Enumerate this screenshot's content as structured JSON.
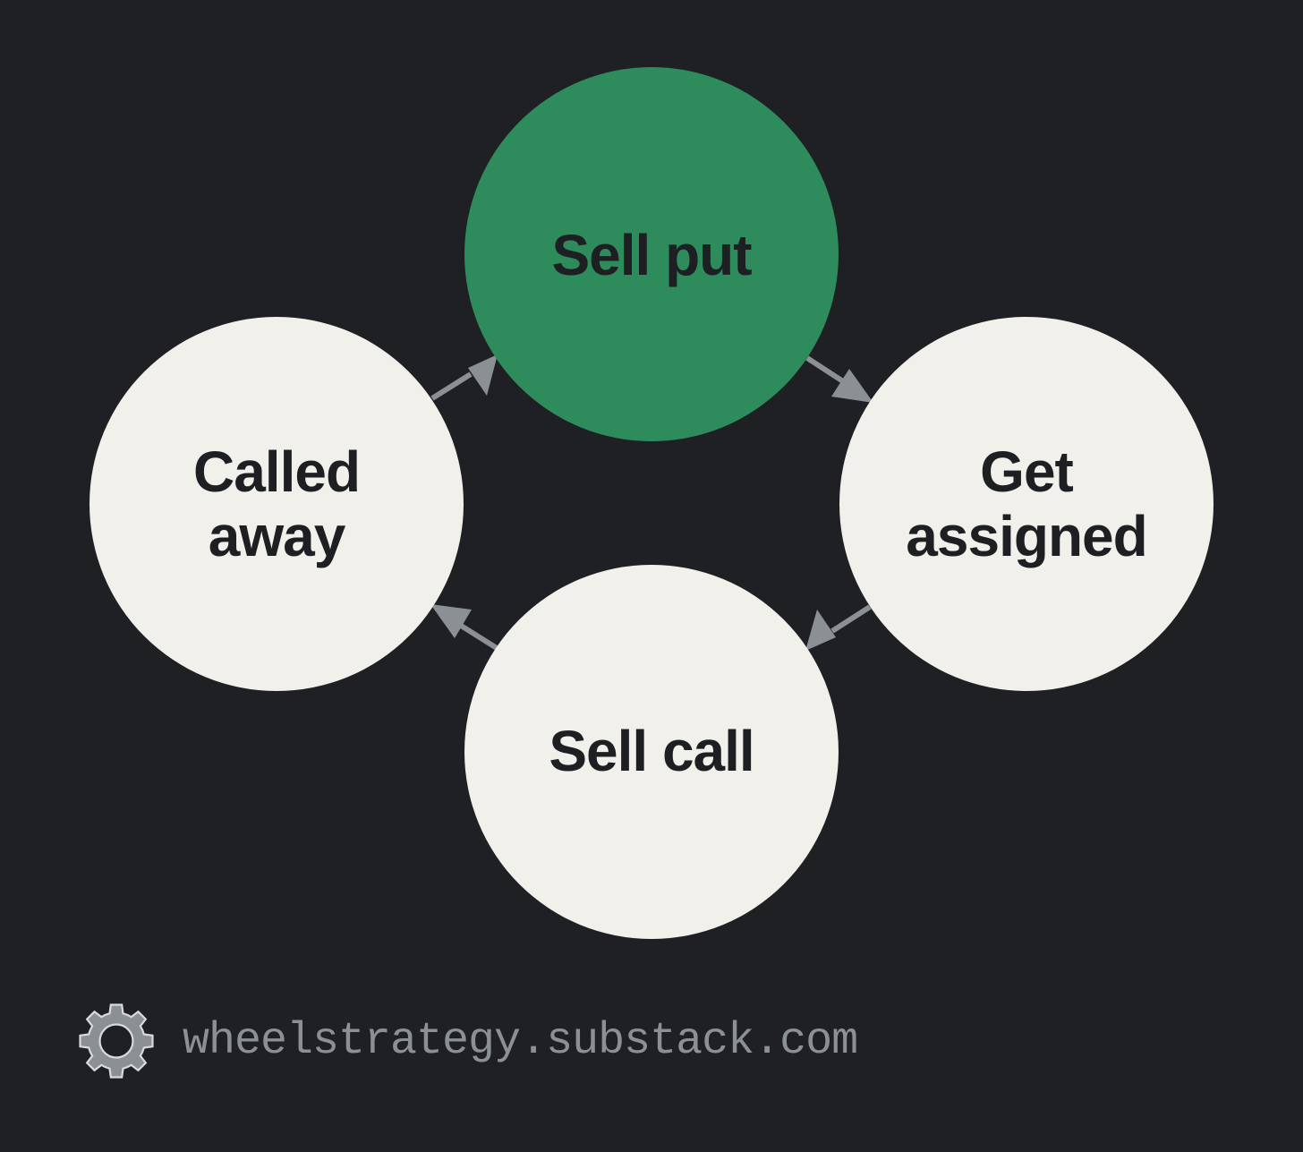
{
  "diagram": {
    "nodes": [
      {
        "id": "sell-put",
        "label": "Sell put",
        "highlighted": true
      },
      {
        "id": "get-assigned",
        "label": "Get\nassigned",
        "highlighted": false
      },
      {
        "id": "sell-call",
        "label": "Sell call",
        "highlighted": false
      },
      {
        "id": "called-away",
        "label": "Called\naway",
        "highlighted": false
      }
    ],
    "edges": [
      {
        "from": "sell-put",
        "to": "get-assigned"
      },
      {
        "from": "get-assigned",
        "to": "sell-call"
      },
      {
        "from": "sell-call",
        "to": "called-away"
      },
      {
        "from": "called-away",
        "to": "sell-put"
      }
    ]
  },
  "footer": {
    "icon": "gear-icon",
    "site": "wheelstrategy.substack.com"
  },
  "colors": {
    "background": "#1f2024",
    "highlight": "#2e8b5c",
    "node_fill": "#f1f0eb",
    "text": "#1d1f22",
    "arrow": "#8b9094",
    "footer_text": "#8b9094"
  }
}
